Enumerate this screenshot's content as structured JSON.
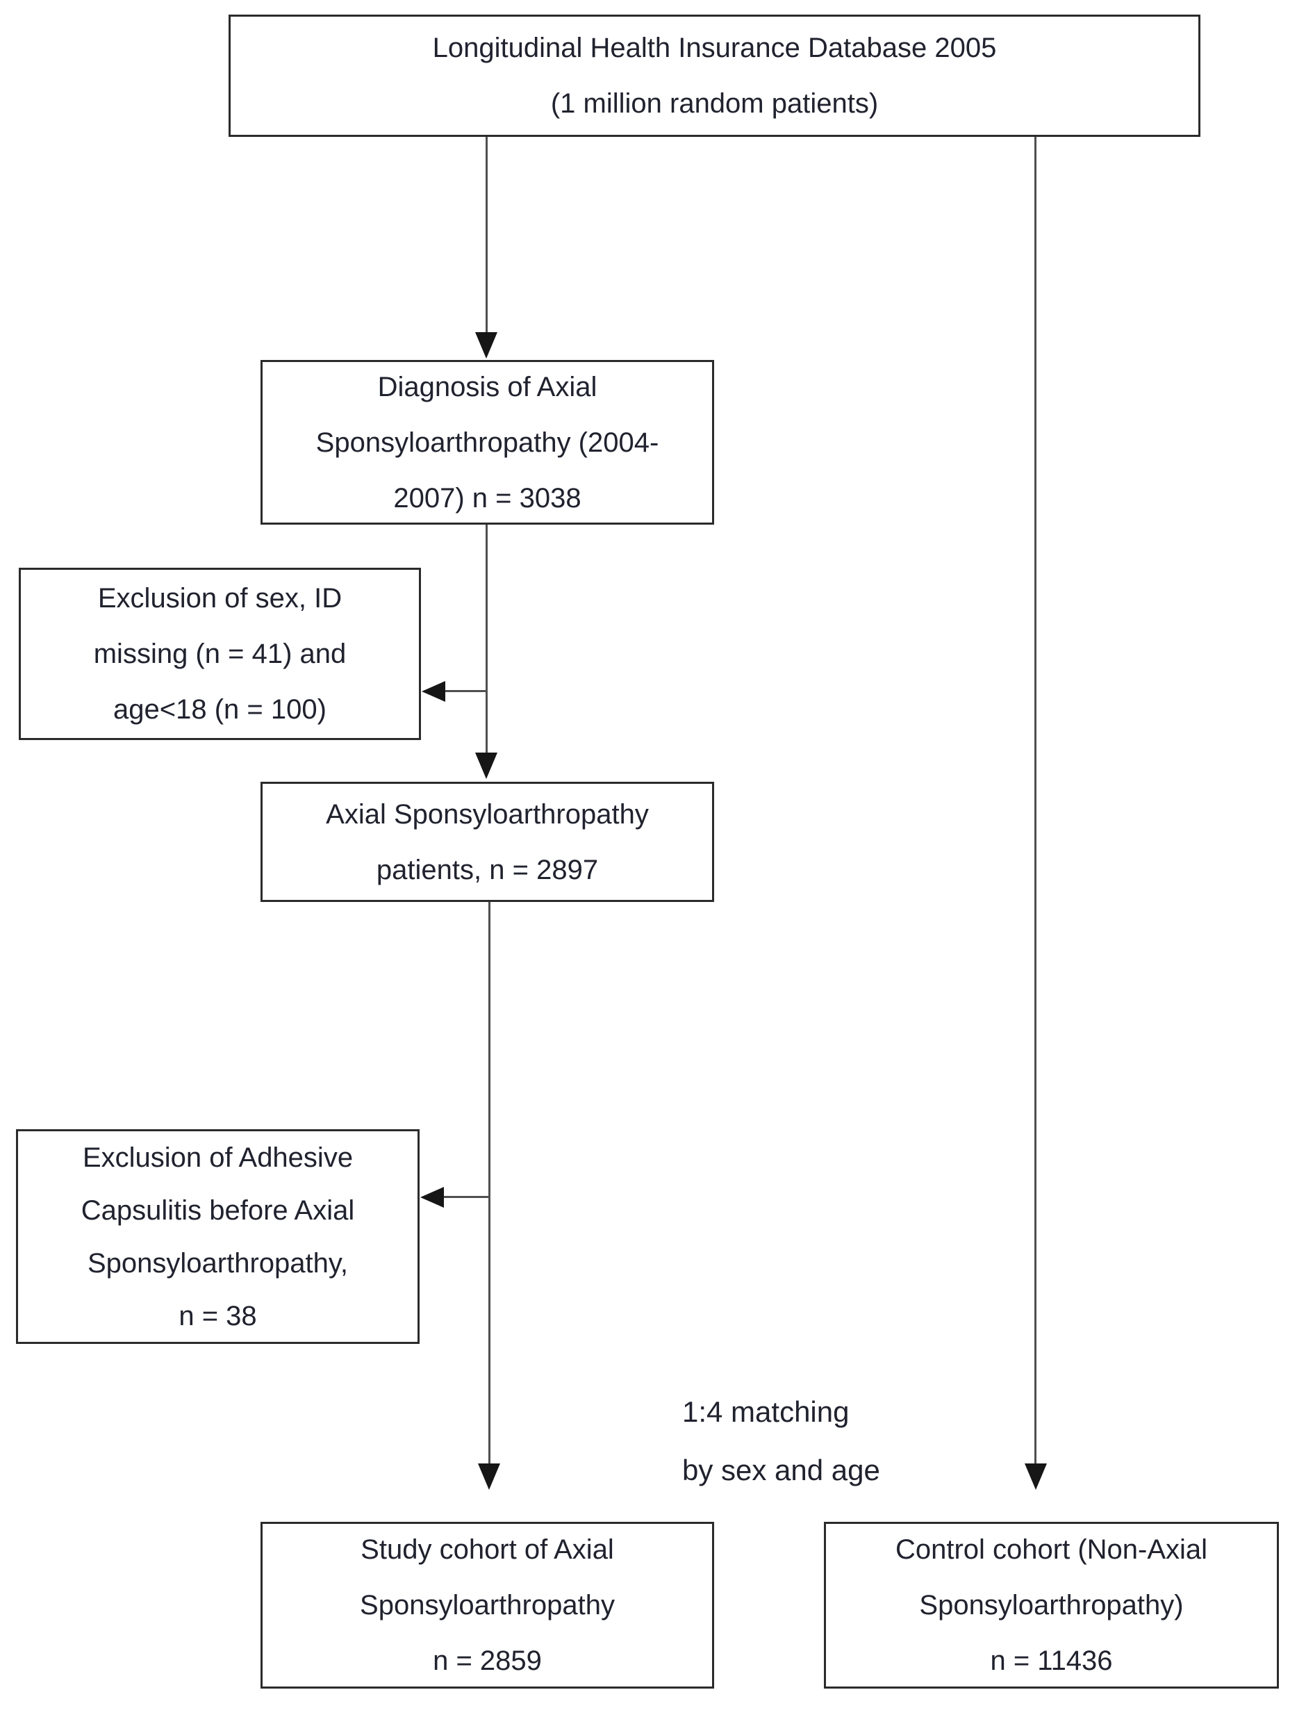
{
  "colors": {
    "text": "#20222e",
    "border": "#2b2b2b",
    "line": "#4f4f4f",
    "arrow": "#161616",
    "bg": "#ffffff"
  },
  "boxes": {
    "database": {
      "line1": "Longitudinal Health Insurance Database 2005",
      "line2": "(1 million random patients)"
    },
    "diagnosis": {
      "line1": "Diagnosis of Axial",
      "line2": "Sponsyloarthropathy (2004-",
      "line3": "2007) n = 3038"
    },
    "exclusion1": {
      "line1": "Exclusion of sex, ID",
      "line2": "missing (n = 41) and",
      "line3": "age<18 (n = 100)"
    },
    "patients": {
      "line1": "Axial Sponsyloarthropathy",
      "line2": "patients, n = 2897"
    },
    "exclusion2": {
      "line1": "Exclusion of Adhesive",
      "line2": "Capsulitis before Axial",
      "line3": "Sponsyloarthropathy,",
      "line4": "n = 38"
    },
    "study": {
      "line1": "Study cohort of Axial",
      "line2": "Sponsyloarthropathy",
      "line3": "n = 2859"
    },
    "control": {
      "line1": "Control cohort (Non-Axial",
      "line2": "Sponsyloarthropathy)",
      "line3": "n = 11436"
    }
  },
  "annotations": {
    "matching": {
      "line1": "1:4 matching",
      "line2": "by sex and age"
    }
  }
}
